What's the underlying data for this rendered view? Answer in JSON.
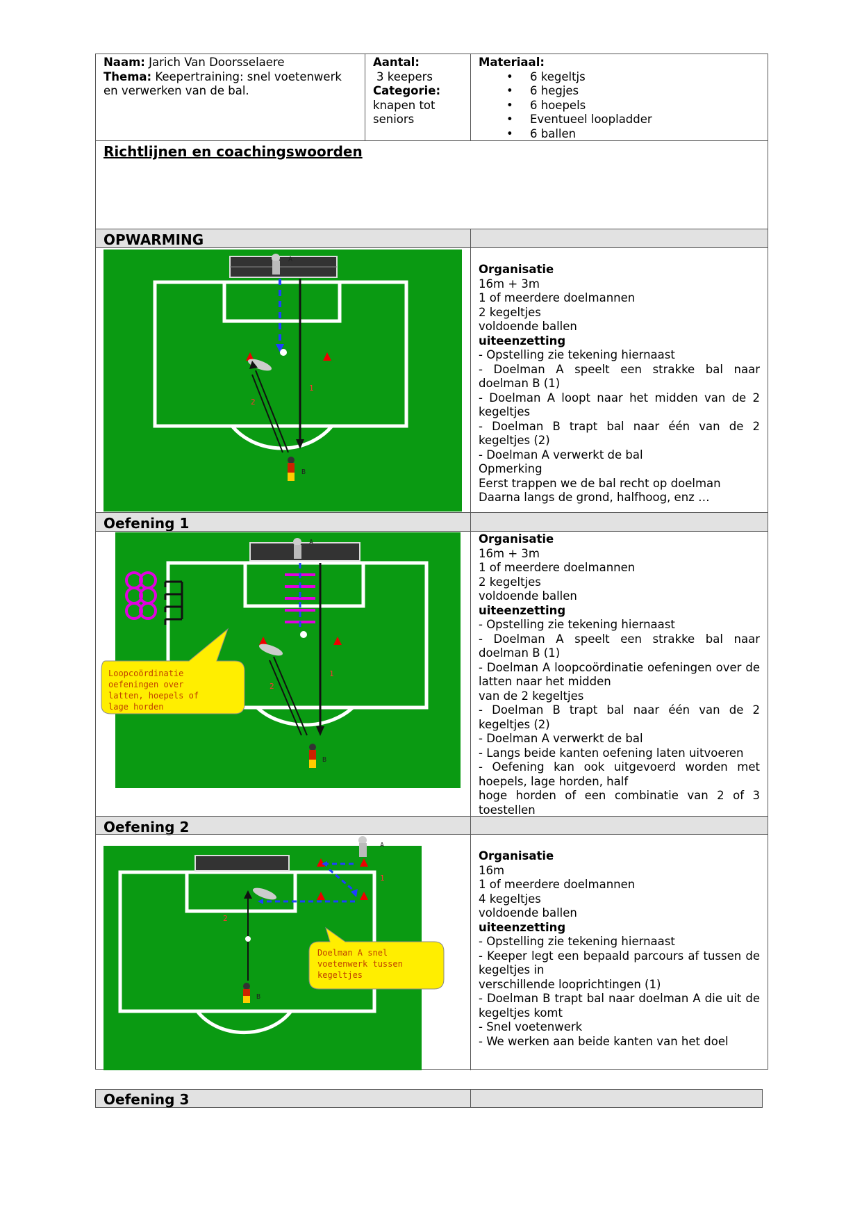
{
  "header": {
    "naam_label": "Naam:",
    "naam_value": "Jarich Van Doorsselaere",
    "thema_label": "Thema:",
    "thema_value": "Keepertraining: snel voetenwerk",
    "thema_value_2": "en verwerken van de bal.",
    "aantal_label": "Aantal:",
    "aantal_value": "3 keepers",
    "categorie_label": "Categorie:",
    "categorie_value_1": "knapen tot",
    "categorie_value_2": "seniors",
    "materiaal_label": "Materiaal:",
    "materiaal_items": [
      "6 kegeltjs",
      "6 hegjes",
      "6 hoepels",
      "Eventueel loopladder",
      "6 ballen"
    ]
  },
  "richtlijnen": {
    "title": "Richtlijnen en coachingswoorden"
  },
  "sections": [
    {
      "title": "OPWARMING",
      "lines": [
        {
          "t": "Organisatie",
          "b": true
        },
        {
          "t": "16m + 3m"
        },
        {
          "t": "1 of meerdere doelmannen"
        },
        {
          "t": "2 kegeltjes"
        },
        {
          "t": "voldoende ballen"
        },
        {
          "t": "uiteenzetting",
          "b": true
        },
        {
          "t": "- Opstelling zie tekening hiernaast"
        },
        {
          "t": "- Doelman A speelt een strakke bal naar",
          "j": true
        },
        {
          "t": "doelman B (1)"
        },
        {
          "t": "- Doelman A loopt naar het midden van de 2",
          "j": true
        },
        {
          "t": "kegeltjes"
        },
        {
          "t": "- Doelman B trapt bal naar één van de 2",
          "j": true
        },
        {
          "t": "kegeltjes (2)"
        },
        {
          "t": "- Doelman A verwerkt de bal"
        },
        {
          "t": "Opmerking"
        },
        {
          "t": "Eerst trappen we de bal recht op doelman"
        },
        {
          "t": "Daarna langs de grond, halfhoog, enz …"
        }
      ]
    },
    {
      "title": "Oefening 1",
      "callout": [
        "Loopcoördinatie",
        "oefeningen over",
        "latten, hoepels of",
        "lage horden"
      ],
      "lines": [
        {
          "t": "Organisatie",
          "b": true
        },
        {
          "t": "16m + 3m"
        },
        {
          "t": "1 of meerdere doelmannen"
        },
        {
          "t": "2 kegeltjes"
        },
        {
          "t": "voldoende ballen"
        },
        {
          "t": "uiteenzetting",
          "b": true
        },
        {
          "t": "- Opstelling zie tekening hiernaast"
        },
        {
          "t": "- Doelman A speelt een strakke bal naar",
          "j": true
        },
        {
          "t": "doelman B (1)"
        },
        {
          "t": "- Doelman A loopcoördinatie oefeningen over de",
          "j": true
        },
        {
          "t": "latten naar het midden"
        },
        {
          "t": "van de 2 kegeltjes"
        },
        {
          "t": "- Doelman B trapt bal naar één van de 2",
          "j": true
        },
        {
          "t": "kegeltjes (2)"
        },
        {
          "t": "- Doelman A verwerkt de bal"
        },
        {
          "t": "- Langs beide kanten oefening laten uitvoeren"
        },
        {
          "t": "- Oefening kan ook uitgevoerd worden met",
          "j": true
        },
        {
          "t": "hoepels, lage horden, half"
        },
        {
          "t": "hoge horden of een combinatie van 2 of 3",
          "j": true
        },
        {
          "t": "toestellen"
        }
      ]
    },
    {
      "title": "Oefening 2",
      "callout": [
        "Doelman A snel",
        "voetenwerk tussen",
        "kegeltjes"
      ],
      "lines": [
        {
          "t": "Organisatie",
          "b": true
        },
        {
          "t": "16m"
        },
        {
          "t": "1 of meerdere doelmannen"
        },
        {
          "t": "4 kegeltjes"
        },
        {
          "t": "voldoende ballen"
        },
        {
          "t": "uiteenzetting",
          "b": true
        },
        {
          "t": "- Opstelling zie tekening hiernaast"
        },
        {
          "t": "- Keeper legt een bepaald parcours af tussen de",
          "j": true
        },
        {
          "t": "kegeltjes in"
        },
        {
          "t": "verschillende looprichtingen (1)"
        },
        {
          "t": "- Doelman B trapt bal naar doelman A die uit de",
          "j": true
        },
        {
          "t": "kegeltjes komt"
        },
        {
          "t": "- Snel voetenwerk"
        },
        {
          "t": "- We werken aan beide kanten van het doel"
        }
      ]
    },
    {
      "title": "Oefening 3"
    }
  ],
  "diagram_labels": {
    "a": "A",
    "b": "B",
    "one": "1",
    "two": "2"
  },
  "colors": {
    "field": "#0a9a12",
    "callout": "#ffee00",
    "hoops": "#e000e0",
    "arrow_blue": "#1f3fff",
    "cone": "#ee0000"
  }
}
